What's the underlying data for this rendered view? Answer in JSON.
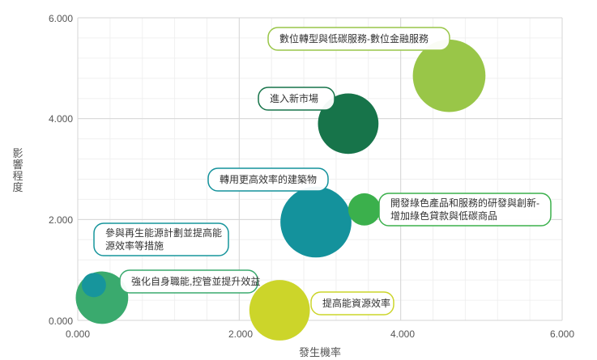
{
  "chart_data": {
    "type": "scatter",
    "xlabel": "發生機率",
    "ylabel": [
      "影",
      "響",
      "程",
      "度"
    ],
    "xlim": [
      0,
      6
    ],
    "ylim": [
      0,
      6
    ],
    "x_ticks": [
      "0.000",
      "2.000",
      "4.000",
      "6.000"
    ],
    "y_ticks": [
      "0.000",
      "2.000",
      "4.000",
      "6.000"
    ],
    "grid": true,
    "points": [
      {
        "x": 4.6,
        "y": 4.85,
        "size": 0.9,
        "color": "#99c648",
        "label_lines": [
          "數位轉型與低碳服務-數位金融服務"
        ]
      },
      {
        "x": 3.35,
        "y": 3.9,
        "size": 0.75,
        "color": "#17744a",
        "label_lines": [
          "進入新市場"
        ]
      },
      {
        "x": 2.95,
        "y": 1.95,
        "size": 0.88,
        "color": "#14929c",
        "label_lines": [
          "轉用更高效率的建築物"
        ]
      },
      {
        "x": 3.55,
        "y": 2.2,
        "size": 0.4,
        "color": "#3bb04c",
        "label_lines": [
          "開發綠色產品和服務的研發與創新-",
          "增加綠色貸款與低碳商品"
        ]
      },
      {
        "x": 0.3,
        "y": 0.45,
        "size": 0.65,
        "color": "#3aaa6e",
        "label_lines": [
          "強化自身職能,控管並提升效益"
        ]
      },
      {
        "x": 0.2,
        "y": 0.7,
        "size": 0.3,
        "color": "#17959c",
        "label_lines": [
          "參與再生能源計劃並提高能",
          "源效率等措施"
        ]
      },
      {
        "x": 2.5,
        "y": 0.2,
        "size": 0.75,
        "color": "#ccd52a",
        "label_lines": [
          "提高能資源效率"
        ]
      }
    ]
  }
}
